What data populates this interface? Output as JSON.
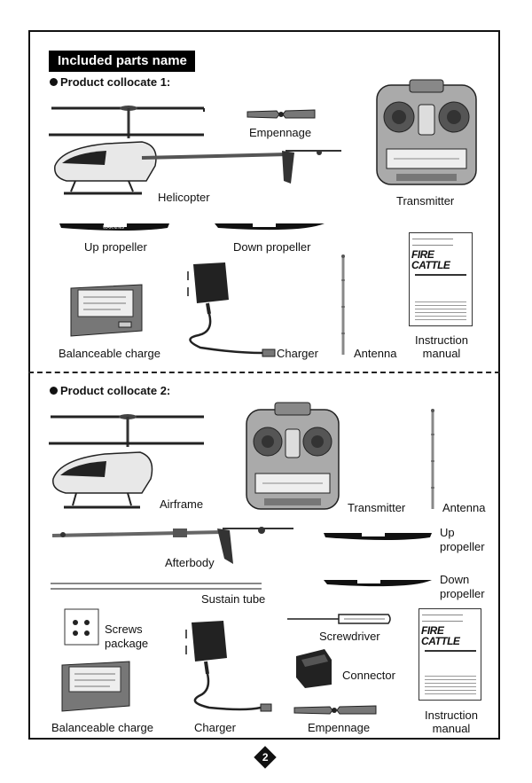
{
  "header": {
    "title": "Included parts name"
  },
  "section1": {
    "heading": "Product collocate 1:",
    "labels": {
      "empennage": "Empennage",
      "helicopter": "Helicopter",
      "transmitter": "Transmitter",
      "up_propeller": "Up propeller",
      "down_propeller": "Down propeller",
      "balanceable_charge": "Balanceable charge",
      "charger": "Charger",
      "antenna": "Antenna",
      "instruction_manual": "Instruction manual"
    }
  },
  "section2": {
    "heading": "Product collocate 2:",
    "labels": {
      "airframe": "Airframe",
      "transmitter": "Transmitter",
      "antenna": "Antenna",
      "up_propeller": "Up propeller",
      "afterbody": "Afterbody",
      "sustain_tube": "Sustain tube",
      "down_propeller": "Down propeller",
      "screws_package": "Screws package",
      "screwdriver": "Screwdriver",
      "connector": "Connector",
      "balanceable_charge": "Balanceable charge",
      "charger": "Charger",
      "empennage": "Empennage",
      "instruction_manual": "Instruction manual"
    }
  },
  "manual_cover": {
    "brand": "FIRE CATTLE"
  },
  "blade_text": "WARNING",
  "page_number": "2",
  "colors": {
    "ink": "#111111",
    "body_grey": "#9a9a9a",
    "light_grey": "#d8d8d8"
  }
}
